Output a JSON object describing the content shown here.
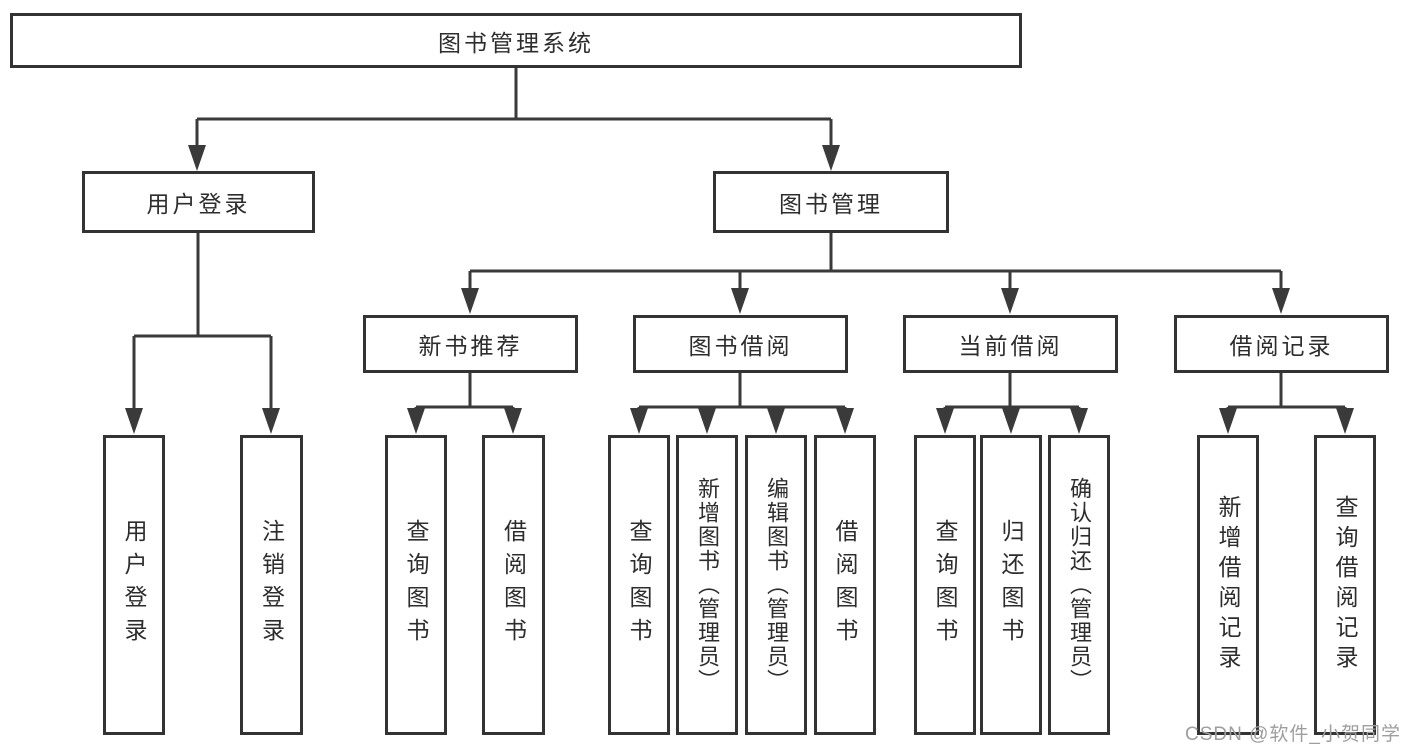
{
  "page": {
    "background": "#ffffff"
  },
  "colors": {
    "line": "#3a3a3a",
    "box_border": "#333333",
    "box_fill": "#ffffff",
    "text": "#2d2d2d",
    "watermark": "#9e9ea1"
  },
  "watermark": {
    "text": "CSDN @软件_小贺同学"
  },
  "diagram": {
    "type": "hierarchy-tree",
    "title": "图书管理系统",
    "nodes": {
      "root": {
        "label": "图书管理系统",
        "children": [
          "user_login",
          "book_mgmt"
        ]
      },
      "user_login": {
        "label": "用户登录",
        "children": [
          "user_login_action",
          "logout_action"
        ]
      },
      "book_mgmt": {
        "label": "图书管理",
        "children": [
          "new_book_rec",
          "book_borrow",
          "current_borrow",
          "borrow_records"
        ]
      },
      "user_login_action": {
        "label": "用户登录"
      },
      "logout_action": {
        "label": "注销登录"
      },
      "new_book_rec": {
        "label": "新书推荐",
        "children": [
          "nbr_query_book",
          "nbr_borrow_book"
        ]
      },
      "nbr_query_book": {
        "label": "查询图书"
      },
      "nbr_borrow_book": {
        "label": "借阅图书"
      },
      "book_borrow": {
        "label": "图书借阅",
        "children": [
          "bb_query_book",
          "bb_add_book",
          "bb_edit_book",
          "bb_borrow_book"
        ]
      },
      "bb_query_book": {
        "label": "查询图书"
      },
      "bb_add_book": {
        "label": "新增图书（管理员）"
      },
      "bb_edit_book": {
        "label": "编辑图书（管理员）"
      },
      "bb_borrow_book": {
        "label": "借阅图书"
      },
      "current_borrow": {
        "label": "当前借阅",
        "children": [
          "cb_query_book",
          "cb_return_book",
          "cb_confirm_return"
        ]
      },
      "cb_query_book": {
        "label": "查询图书"
      },
      "cb_return_book": {
        "label": "归还图书"
      },
      "cb_confirm_return": {
        "label": "确认归还（管理员）"
      },
      "borrow_records": {
        "label": "借阅记录",
        "children": [
          "br_add_record",
          "br_query_record"
        ]
      },
      "br_add_record": {
        "label": "新增借阅记录"
      },
      "br_query_record": {
        "label": "查询借阅记录"
      }
    }
  }
}
